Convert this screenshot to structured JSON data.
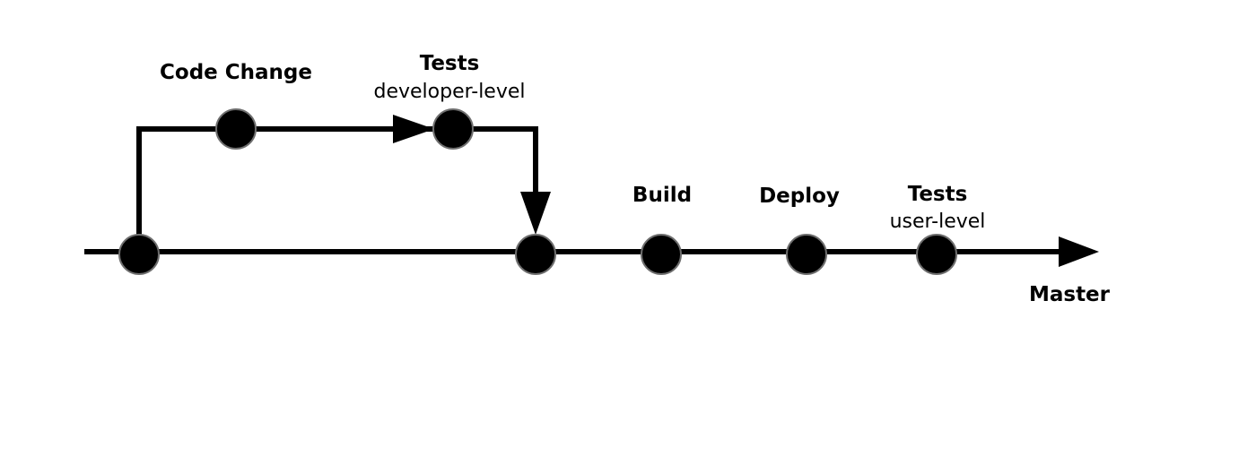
{
  "labels": {
    "code_change": "Code Change",
    "tests_dev_title": "Tests",
    "tests_dev_sub": "developer-level",
    "build": "Build",
    "deploy": "Deploy",
    "tests_user_title": "Tests",
    "tests_user_sub": "user-level",
    "master": "Master"
  },
  "colors": {
    "ink": "#000000",
    "node_outline": "#6e6e6e",
    "background": "#ffffff"
  }
}
